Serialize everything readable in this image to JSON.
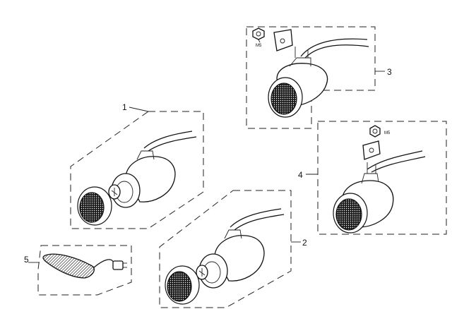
{
  "callouts": {
    "part1": "1",
    "part2": "2",
    "part3": "3",
    "part4": "4",
    "part5": "5"
  },
  "labels": {
    "nut_size_top": "M5",
    "nut_size_right": "M5"
  },
  "colors": {
    "line": "#111111",
    "background": "#ffffff"
  }
}
